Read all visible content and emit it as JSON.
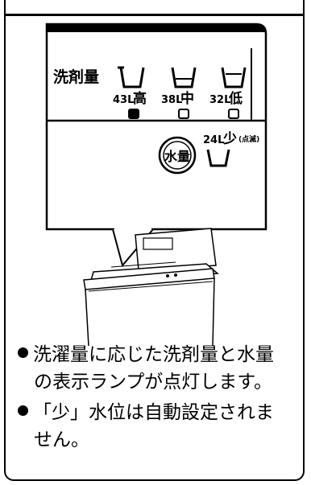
{
  "panel": {
    "detergent_label": "洗剤量",
    "levels": [
      {
        "volume": "43L",
        "level": "高",
        "lamp_on": true
      },
      {
        "volume": "38L",
        "level": "中",
        "lamp_on": false
      },
      {
        "volume": "32L",
        "level": "低",
        "lamp_on": false
      }
    ],
    "low_volume": "24L",
    "low_level": "少",
    "low_note": "(点滅)",
    "water_button": "水量"
  },
  "notes": [
    {
      "line1": "洗濯量に応じた洗剤量と水量",
      "line2": "の表示ランプが点灯します。"
    },
    {
      "line1": "「少」水位は自動設定されま",
      "line2": "せん。"
    }
  ]
}
